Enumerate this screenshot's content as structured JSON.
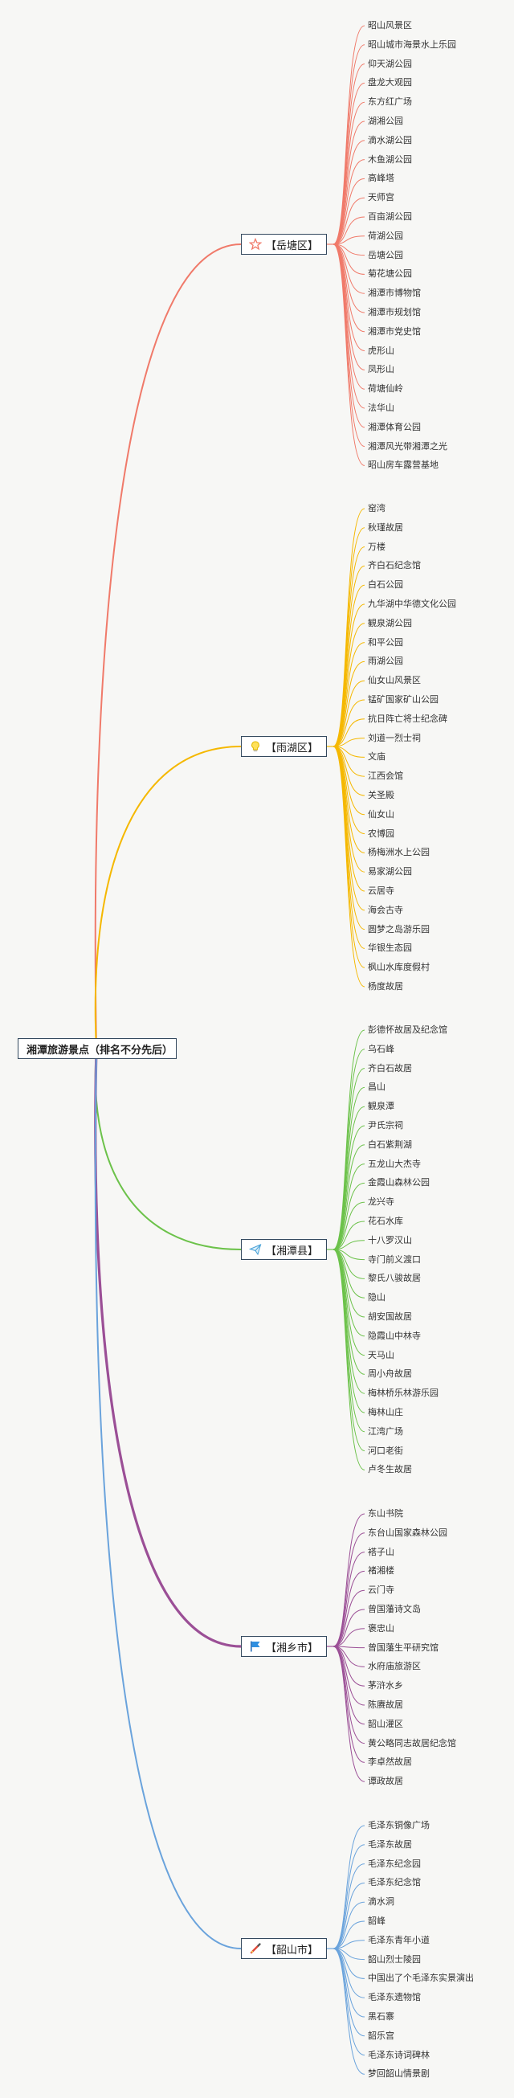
{
  "title": "湘潭旅游景点（排名不分先后）",
  "branches": [
    {
      "name": "【岳塘区】",
      "icon": "star-icon",
      "color": "#f07a6a",
      "items": [
        "昭山风景区",
        "昭山城市海景水上乐园",
        "仰天湖公园",
        "盘龙大观园",
        "东方红广场",
        "湖湘公园",
        "滴水湖公园",
        "木鱼湖公园",
        "高峰塔",
        "天师宫",
        "百亩湖公园",
        "荷湖公园",
        "岳塘公园",
        "菊花塘公园",
        "湘潭市博物馆",
        "湘潭市规划馆",
        "湘潭市党史馆",
        "虎形山",
        "凤形山",
        "荷塘仙岭",
        "法华山",
        "湘潭体育公园",
        "湘潭风光带湘潭之光",
        "昭山房车露营基地"
      ]
    },
    {
      "name": "【雨湖区】",
      "icon": "lightbulb-icon",
      "color": "#f5b800",
      "items": [
        "窑湾",
        "秋瑾故居",
        "万楼",
        "齐白石纪念馆",
        "白石公园",
        "九华湖中华德文化公园",
        "観泉湖公园",
        "和平公园",
        "雨湖公园",
        "仙女山风景区",
        "锰矿国家矿山公园",
        "抗日阵亡将士纪念碑",
        "刘道一烈士祠",
        "文庙",
        "江西会馆",
        "关圣殿",
        "仙女山",
        "农博园",
        "杨梅洲水上公园",
        "易家湖公园",
        "云居寺",
        "海会古寺",
        "圆梦之岛游乐园",
        "华银生态园",
        "枫山水库度假村",
        "杨度故居"
      ]
    },
    {
      "name": "【湘潭县】",
      "icon": "paper-plane-icon",
      "color": "#6cc24a",
      "items": [
        "彭德怀故居及纪念馆",
        "乌石峰",
        "齐白石故居",
        "昌山",
        "観泉潭",
        "尹氏宗祠",
        "白石紫荆湖",
        "五龙山大杰寺",
        "金霞山森林公园",
        "龙兴寺",
        "花石水库",
        "十八罗汉山",
        "寺门前义渡口",
        "黎氏八骏故居",
        "隐山",
        "胡安国故居",
        "隐霞山中林寺",
        "天马山",
        "周小舟故居",
        "梅林桥乐林游乐园",
        "梅林山庄",
        "江湾广场",
        "河口老街",
        "卢冬生故居"
      ]
    },
    {
      "name": "【湘乡市】",
      "icon": "flag-icon",
      "color": "#9b4f96",
      "items": [
        "东山书院",
        "东台山国家森林公园",
        "褡子山",
        "褚湘楼",
        "云门寺",
        "曾国藩诗文岛",
        "褒忠山",
        "曾国藩生平研究馆",
        "水府庙旅游区",
        "茅浒水乡",
        "陈赓故居",
        "韶山灌区",
        "黄公略同志故居纪念馆",
        "李卓然故居",
        "谭政故居"
      ]
    },
    {
      "name": "【韶山市】",
      "icon": "pencil-icon",
      "color": "#6aa3dc",
      "items": [
        "毛泽东铜像广场",
        "毛泽东故居",
        "毛泽东纪念园",
        "毛泽东纪念馆",
        "滴水洞",
        "韶峰",
        "毛泽东青年小道",
        "韶山烈士陵园",
        "中国出了个毛泽东实景演出",
        "毛泽东遗物馆",
        "黑石寨",
        "韶乐宫",
        "毛泽东诗词碑林",
        "梦回韶山情景剧"
      ]
    }
  ]
}
